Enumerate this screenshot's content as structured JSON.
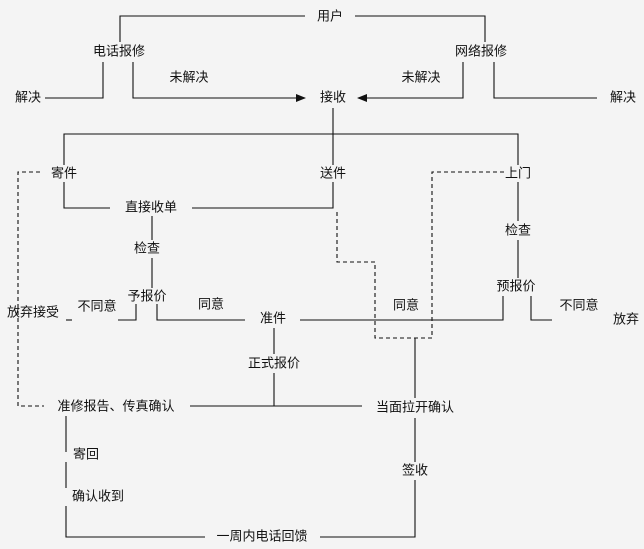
{
  "nodes": {
    "user": "用户",
    "phone_repair": "电话报修",
    "web_repair": "网络报修",
    "resolved_left": "解决",
    "resolved_right": "解决",
    "unresolved_left": "未解决",
    "unresolved_right": "未解决",
    "receive": "接收",
    "mail_in": "寄件",
    "drop_off": "送件",
    "onsite": "上门",
    "direct_ticket": "直接收单",
    "inspect_left": "检查",
    "inspect_right": "检查",
    "pre_quote_left": "予报价",
    "pre_quote_right": "预报价",
    "disagree_left": "不同意",
    "agree_left": "同意",
    "give_up_accept": "放弃接受",
    "approve": "准件",
    "agree_right": "同意",
    "disagree_right": "不同意",
    "give_up": "放弃",
    "formal_quote": "正式报价",
    "approve_report_fax": "准修报告、传真确认",
    "onsite_confirm": "当面拉开确认",
    "mail_back": "寄回",
    "sign_off": "签收",
    "confirm_received": "确认收到",
    "weekly_callback": "一周内电话回馈"
  }
}
